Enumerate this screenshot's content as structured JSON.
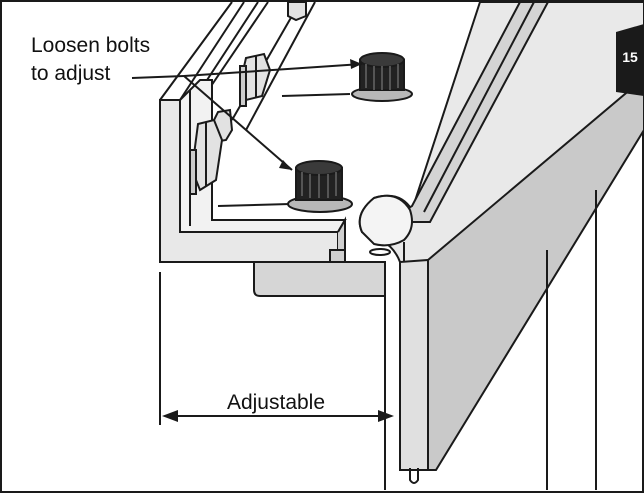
{
  "figure": {
    "step_badge": "15",
    "callout_line1": "Loosen bolts",
    "callout_line2": "to adjust",
    "dimension_label": "Adjustable"
  },
  "colors": {
    "outline": "#1a1a1a",
    "metal_light": "#e6e6e6",
    "metal_mid": "#d2d2d2",
    "metal_dark": "#b8b8b8",
    "knob_dark": "#222222",
    "badge_bg": "#1a1a1a"
  }
}
